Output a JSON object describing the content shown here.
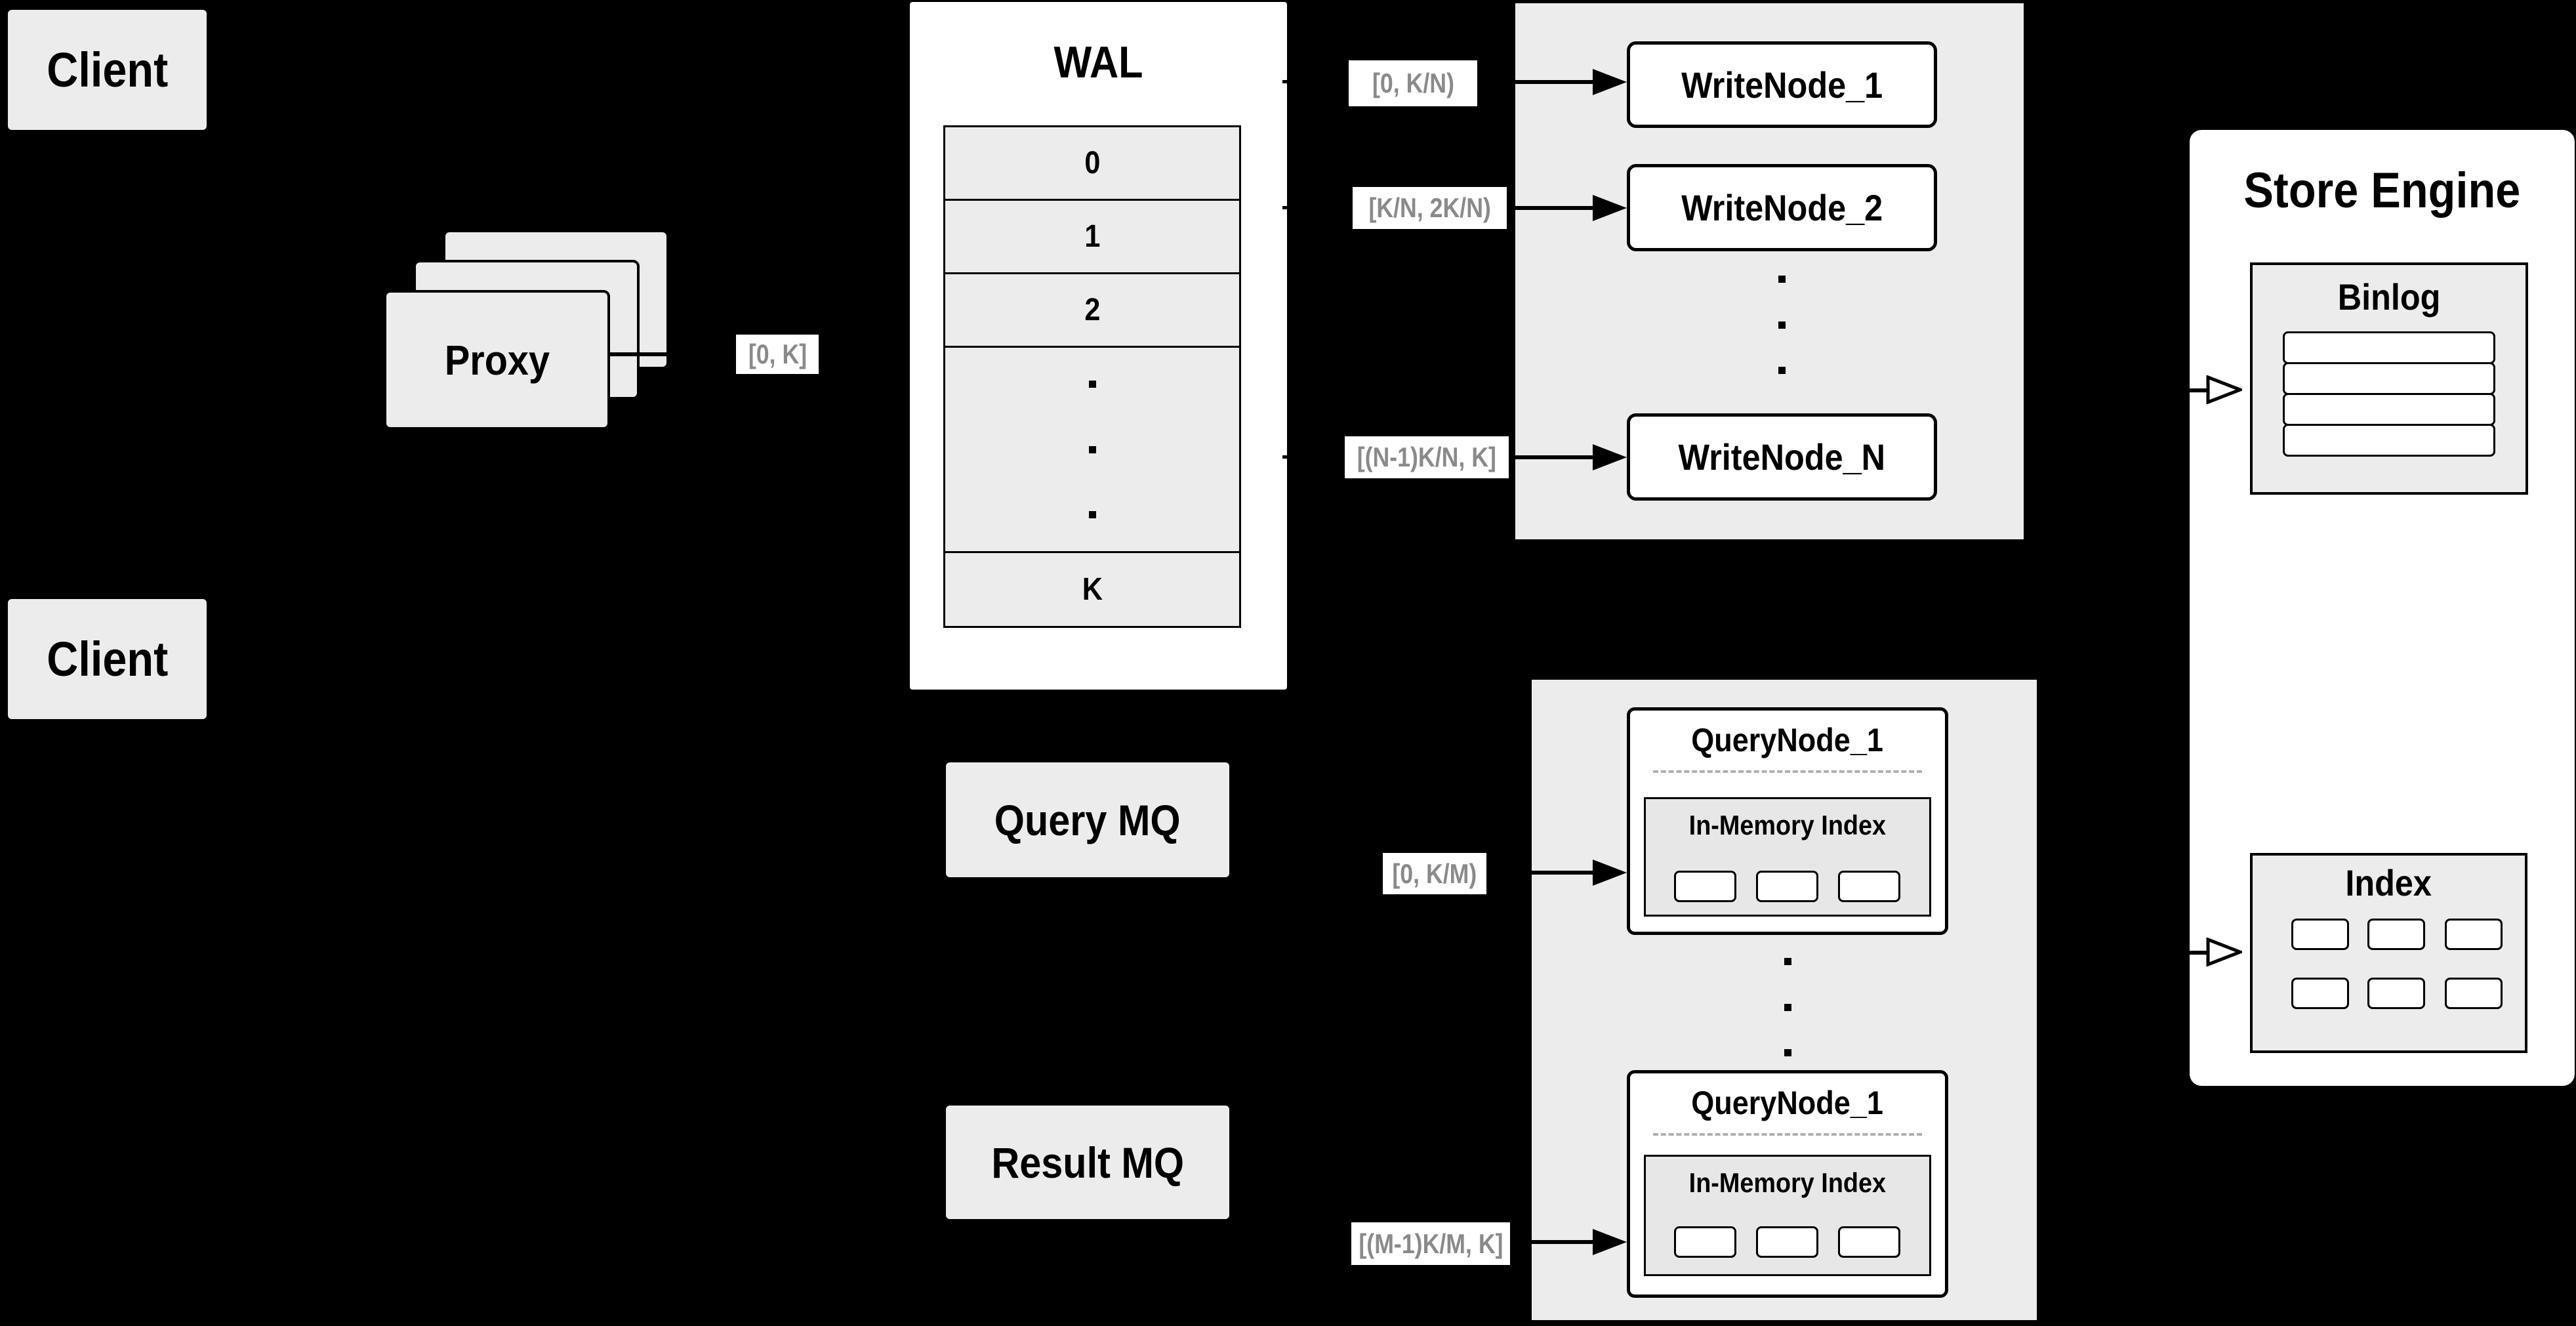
{
  "colors": {
    "background": "#000000",
    "panel_gray": "#ececec",
    "node_white": "#ffffff",
    "line_black": "#000000",
    "range_text_gray": "#8a8a8a",
    "dashed_gray": "#b0b0b0"
  },
  "clients": {
    "top_label": "Client",
    "bottom_label": "Client"
  },
  "proxy": {
    "label": "Proxy",
    "range_label": "[0, K]"
  },
  "wal": {
    "title": "WAL",
    "segments": [
      "0",
      "1",
      "2",
      "K"
    ]
  },
  "write_cluster": {
    "nodes": [
      "WriteNode_1",
      "WriteNode_2",
      "WriteNode_N"
    ],
    "ranges": [
      "[0,  K/N)",
      "[K/N, 2K/N)",
      "[(N-1)K/N,  K]"
    ]
  },
  "query_cluster": {
    "query_mq_label": "Query MQ",
    "result_mq_label": "Result MQ",
    "ranges": [
      "[0, K/M)",
      "[(M-1)K/M, K]"
    ],
    "nodes": [
      {
        "title": "QueryNode_1",
        "index_label": "In-Memory Index"
      },
      {
        "title": "QueryNode_1",
        "index_label": "In-Memory Index"
      }
    ]
  },
  "store_engine": {
    "title": "Store Engine",
    "binlog_title": "Binlog",
    "index_title": "Index"
  }
}
